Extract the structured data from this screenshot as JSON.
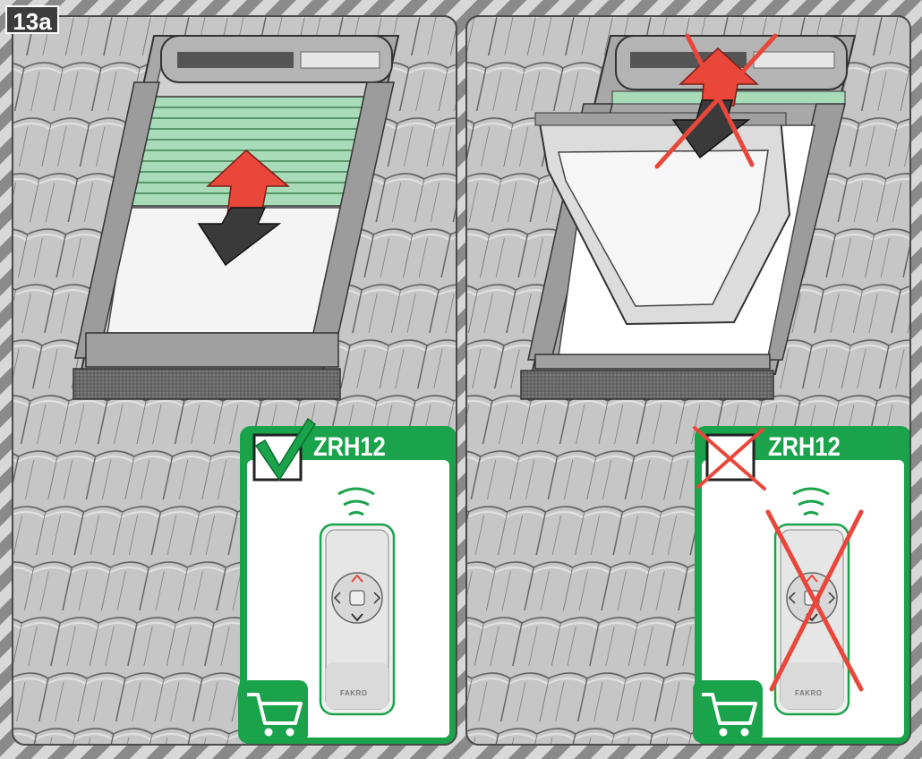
{
  "step": {
    "label": "13a"
  },
  "panels": [
    {
      "status": "allowed",
      "status_icon": "checkmark-icon",
      "remote": {
        "model": "ZRH12",
        "brand": "FAKRO",
        "cart_icon": "shopping-cart-icon"
      }
    },
    {
      "status": "not-allowed",
      "status_icon": "cross-icon",
      "remote": {
        "model": "ZRH12",
        "brand": "FAKRO",
        "cart_icon": "shopping-cart-icon"
      }
    }
  ],
  "colors": {
    "accent_green": "#1aa34a",
    "shutter_green": "#a8dcb8",
    "arrow_red": "#e8473a",
    "arrow_dark": "#3a3a3a",
    "cross_red": "#e8473a",
    "frame_grey": "#9a9a9a",
    "roof_grey": "#c9c9c9"
  }
}
